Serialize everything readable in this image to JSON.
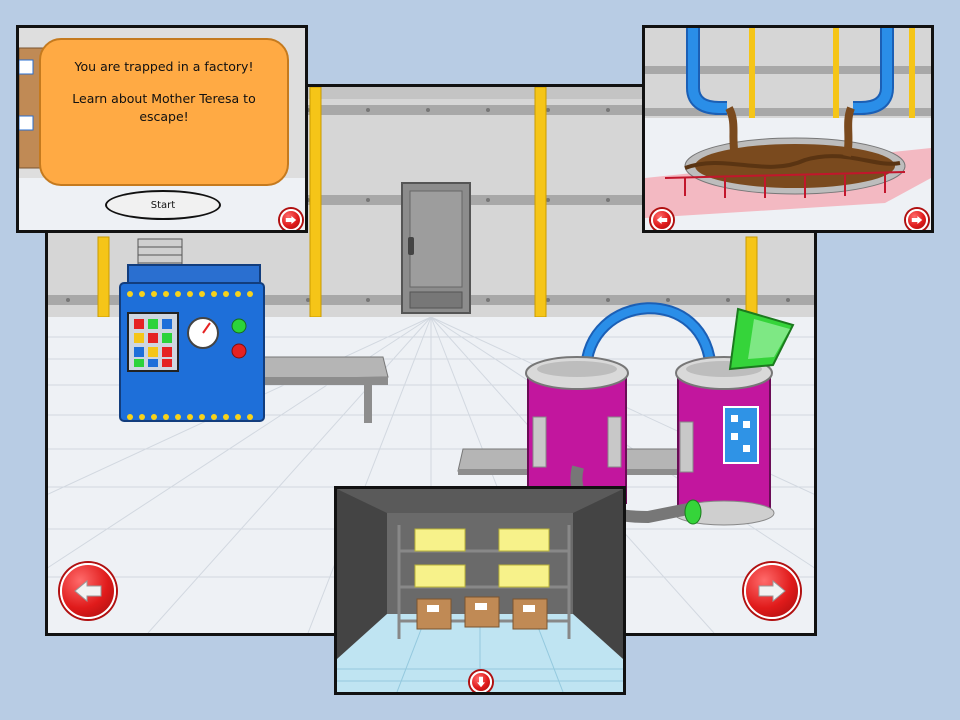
{
  "intro": {
    "line1": "You are trapped in a factory!",
    "line2": "Learn about Mother Teresa to escape!",
    "start_label": "Start"
  },
  "colors": {
    "background": "#b8cce4",
    "nav_button": "#e01b1b",
    "dialog": "#ffaa44",
    "machine_blue": "#1e6fd9",
    "tank_magenta": "#c2169e",
    "chocolate": "#7a4a1e",
    "pipe_blue": "#2a8ee8",
    "funnel_green": "#35d43a"
  },
  "icons": {
    "left": "arrow-left-icon",
    "right": "arrow-right-icon",
    "down": "arrow-down-icon"
  }
}
